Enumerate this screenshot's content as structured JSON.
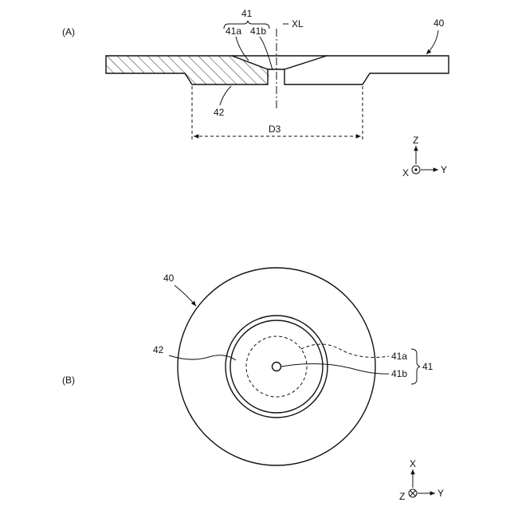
{
  "panel_a": {
    "figure_label": "(A)",
    "part_label": "40",
    "hole_label": "41",
    "taper_label": "41a",
    "bore_label": "41b",
    "axis_label": "XL",
    "boss_label": "42",
    "dimension_label": "D3",
    "axes": {
      "up": "Z",
      "right": "Y",
      "out": "X"
    }
  },
  "panel_b": {
    "figure_label": "(B)",
    "part_label": "40",
    "boss_label": "42",
    "hole_label": "41",
    "taper_label": "41a",
    "bore_label": "41b",
    "axes": {
      "up": "X",
      "right": "Y",
      "into": "Z"
    }
  }
}
